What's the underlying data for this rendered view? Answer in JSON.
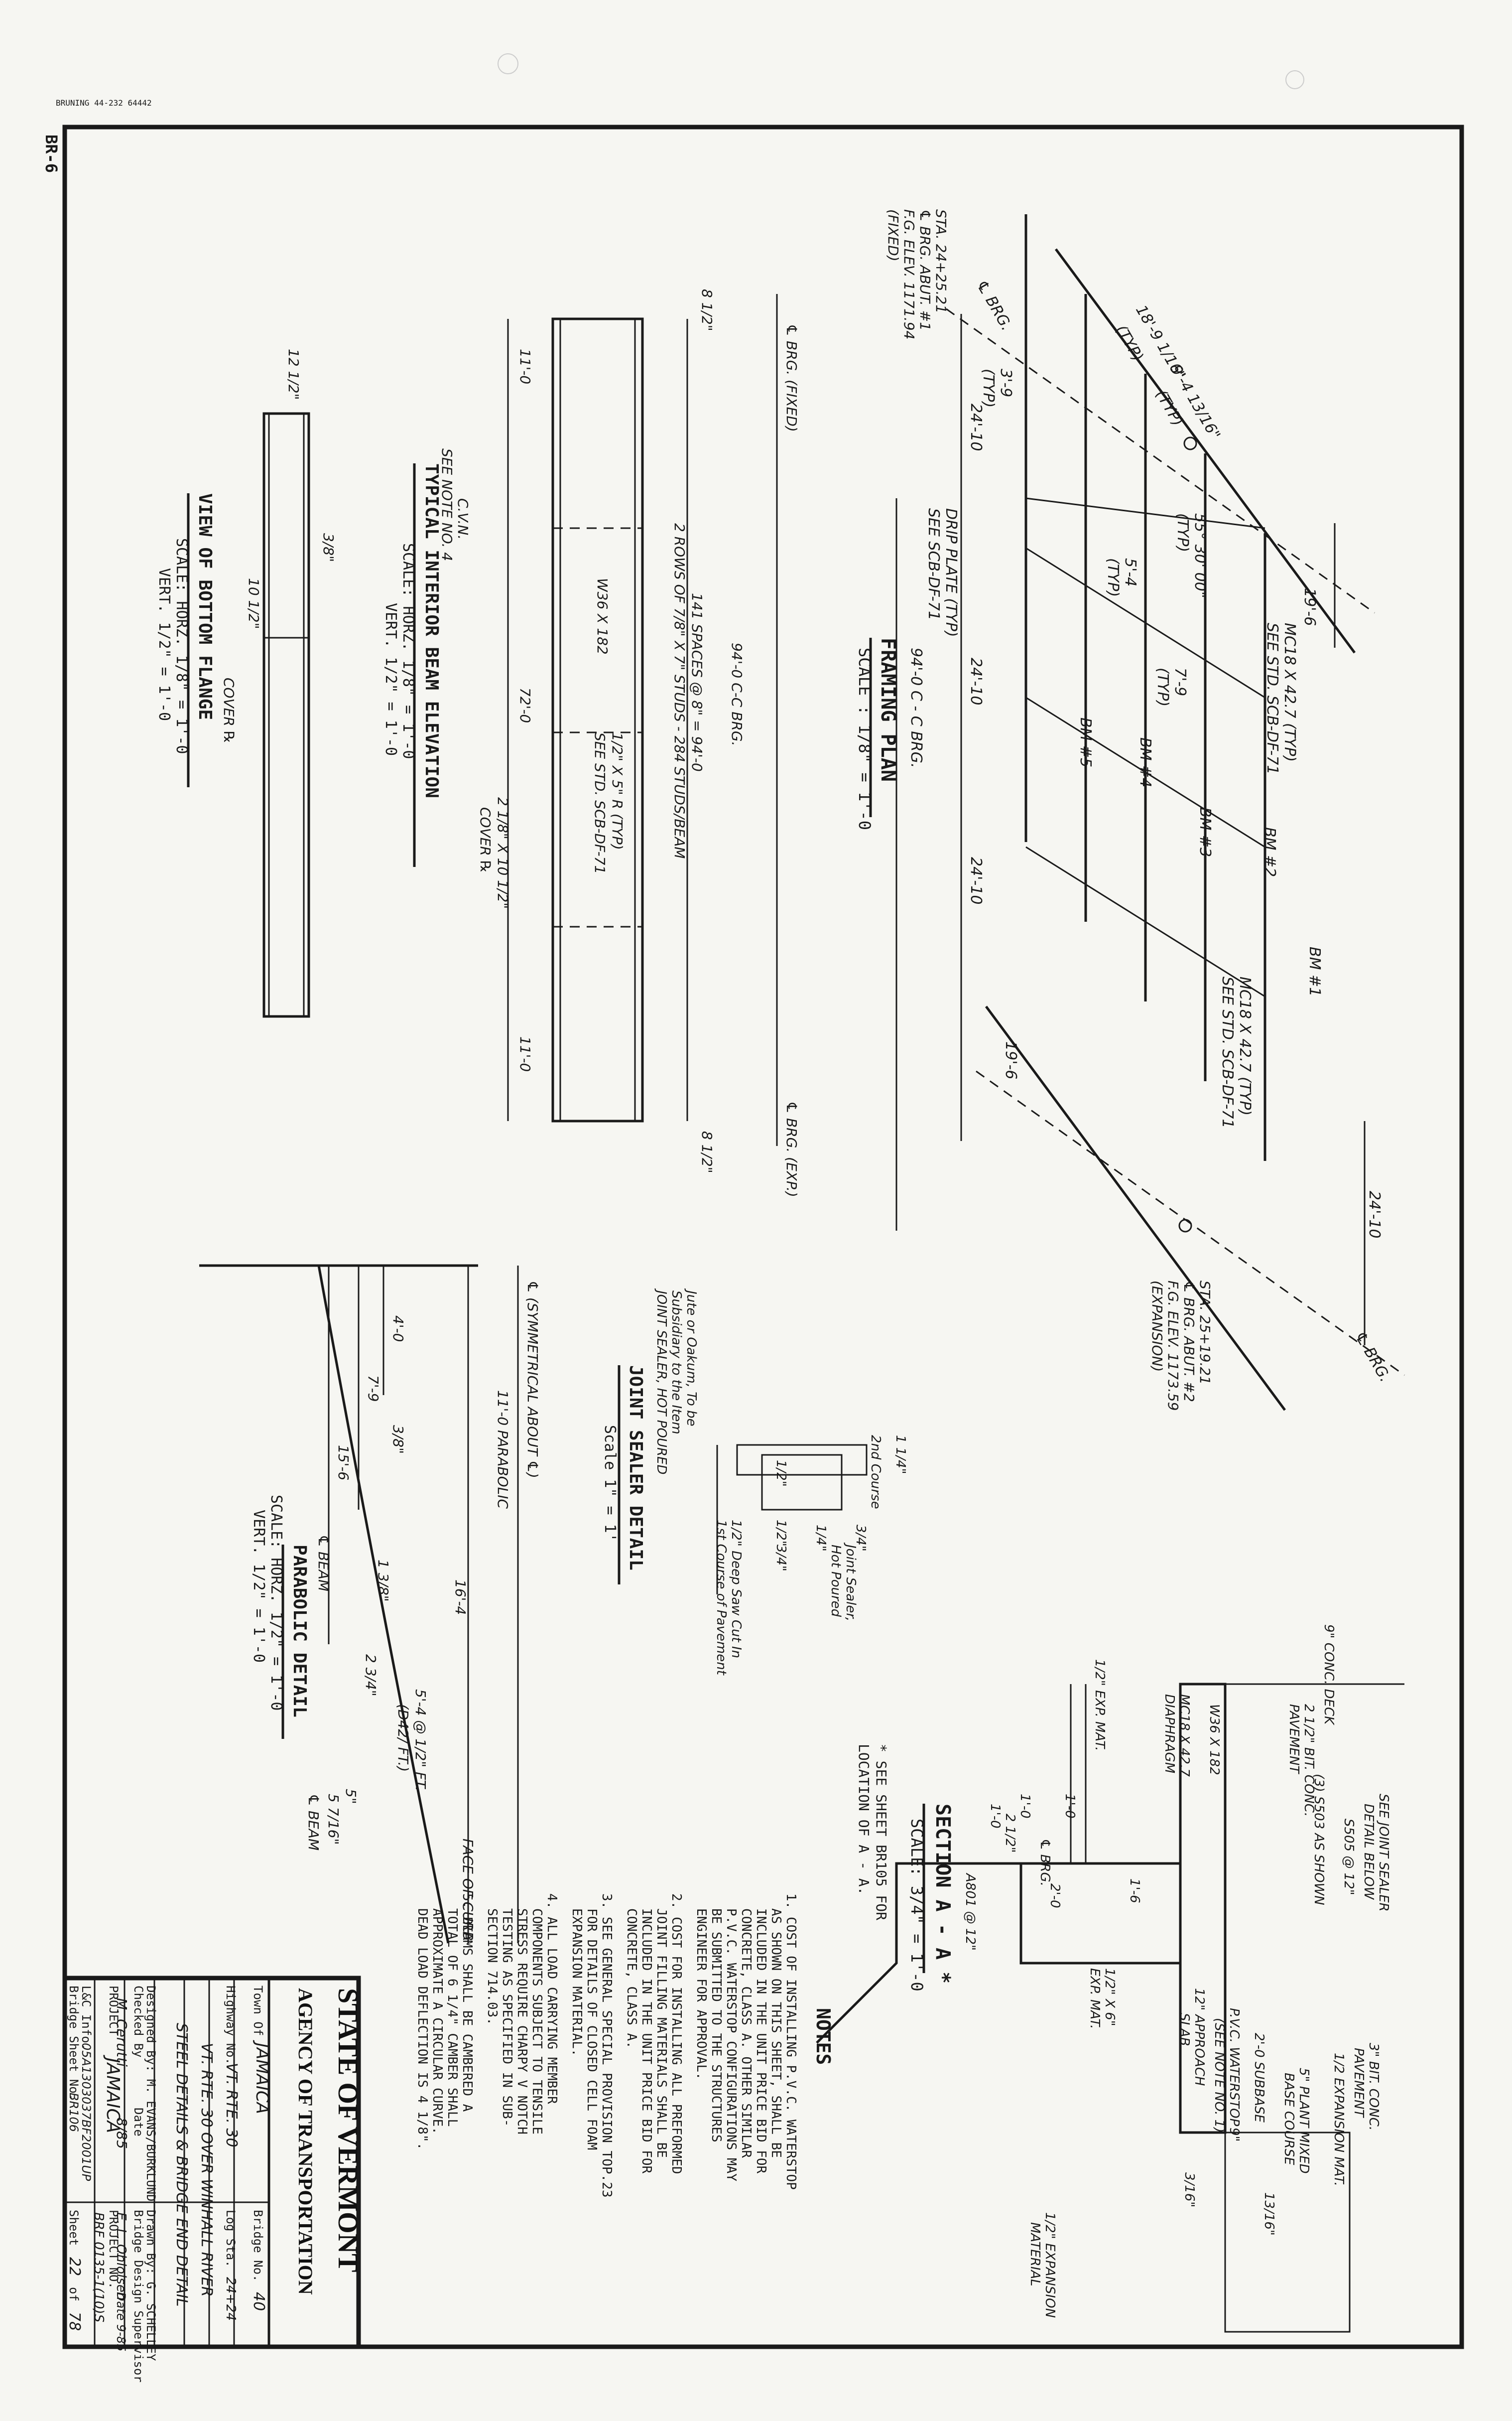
{
  "header": {
    "stamp": "BRUNING 44-232 64442",
    "sheet_ref": "BR-6"
  },
  "framing_plan": {
    "title": "FRAMING PLAN",
    "scale": "SCALE : 1/8\" = 1'-0",
    "beams": [
      "BM #1",
      "BM #2",
      "BM #3",
      "BM #4",
      "BM #5"
    ],
    "dim_19_6_top": "19'-6",
    "dim_19_6_bottom": "19'-6",
    "dim_24_10_a": "24'-10",
    "dim_24_10_b": "24'-10",
    "dim_24_10_c": "24'-10",
    "dim_24_10_d": "24'-10",
    "dim_94_cc": "94'-0 C - C BRG.",
    "dim_18_9": "18'-9 1/16\"",
    "dim_18_9_typ": "(TYP)",
    "dim_9_4": "9'-4 13/16\"",
    "dim_9_4_typ": "(TYP)",
    "dim_3_9": "3'-9",
    "dim_3_9_typ": "(TYP)",
    "dim_5_4": "5'-4",
    "dim_5_4_typ": "(TYP)",
    "dim_7_9": "7'-9",
    "dim_7_9_typ": "(TYP)",
    "angle": "55° 30' 00\"",
    "angle_typ": "(TYP)",
    "mc18_upper": "MC18 X 42.7 (TYP)",
    "mc18_upper_ref": "SEE STD. SCB-DF-71",
    "mc18_lower": "MC18 X 42.7 (TYP)",
    "mc18_lower_ref": "SEE STD. SCB-DF-71",
    "drip_plate": "DRIP PLATE (TYP)",
    "drip_plate_ref": "SEE SCB-DF-71",
    "brg_left": "℄ BRG.",
    "brg_right": "℄ BRG.",
    "sta_fixed": [
      "STA. 24+25.21",
      "℄ BRG. ABUT. #1",
      "F.G. ELEV. 1171.94",
      "(FIXED)"
    ],
    "sta_exp": [
      "STA. 25+19.21",
      "℄ BRG. ABUT. #2",
      "F.G. ELEV. 1173.59",
      "(EXPANSION)"
    ]
  },
  "beam_elevation": {
    "title": "TYPICAL INTERIOR BEAM ELEVATION",
    "scale_h": "SCALE: HORZ. 1/8\" = 1'-0",
    "scale_v": "VERT. 1/2\" = 1'-0",
    "brg_fixed": "℄ BRG. (FIXED)",
    "brg_exp": "℄ BRG. (EXP.)",
    "dim_8_half_left": "8 1/2\"",
    "dim_8_half_right": "8 1/2\"",
    "dim_94_cc": "94'-0 C-C BRG.",
    "studs_1": "141 SPACES @ 8\" = 94'-0",
    "studs_2": "2 ROWS OF 7/8\" X 7\" STUDS - 284 STUDS/BEAM",
    "dim_11_left": "11'-0",
    "dim_72": "72'-0",
    "dim_11_right": "11'-0",
    "section": "W36 X 182",
    "stiffener": "1/2\" X 5\" R (TYP)",
    "stiffener_ref": "SEE STD. SCB-DF-71",
    "cover": "2 1/8\" X 10 1/2\"",
    "cover_lbl": "COVER ℞",
    "cvn": "C.V.N.",
    "cvn_note": "SEE NOTE NO. 4"
  },
  "bottom_flange": {
    "title": "VIEW OF BOTTOM FLANGE",
    "scale_h": "SCALE: HORZ. 1/8\" = 1'-0",
    "scale_v": "VERT. 1/2\" = 1'-0",
    "dim_12_half": "12 1/2\"",
    "dim_10_half": "10 1/2\"",
    "dim_3_8": "3/8\"",
    "cover_lbl": "COVER ℞"
  },
  "parabolic": {
    "title": "PARABOLIC DETAIL",
    "scale_h": "SCALE: HORZ. 1/2\" = 1'-0",
    "scale_v": "VERT. 1/2\" = 1'-0",
    "sym": "℄ (SYMMETRICAL ABOUT ℄)",
    "dim_11_parabolic": "11'-0 PARABOLIC",
    "dim_16_4": "16'-4",
    "dim_4_0": "4'-0",
    "dim_7_9": "7'-9",
    "dim_15_6": "15'-6",
    "spaces": "5'-4 @ 1/2\" FT.",
    "spaces_2": "(D42/ FT.)",
    "face_curb": "FACE OF CURB",
    "beam_1": "℄ BEAM",
    "beam_2": "℄ BEAM",
    "ord_1": "3/8\"",
    "ord_2": "1 3/8\"",
    "ord_3": "2 3/4\"",
    "ord_4": "5\"",
    "ord_5": "5 7/16\""
  },
  "joint_sealer": {
    "title": "JOINT SEALER DETAIL",
    "scale": "Scale 1\" = 1'",
    "dim_1_quarter": "1 1/4\"",
    "second_course": "2nd Course",
    "dim_3_4_a": "3/4\"",
    "dim_1_4": "1/4\"",
    "dim_1_2_a": "1/2\"",
    "dim_1_2_b": "1/2\"",
    "dim_3_4_b": "3/4\"",
    "jute": [
      "Jute or Oakum, To be",
      "Subsidiary to the Item",
      "JOINT SEALER, HOT POURED"
    ],
    "sealer": [
      "Joint Sealer,",
      "Hot Poured"
    ],
    "saw_cut": [
      "1/2\" Deep Saw Cut In",
      "1st Course of Pavement"
    ]
  },
  "section_aa": {
    "title": "SECTION A - A *",
    "scale": "SCALE: 3/4\" = 1'-0",
    "note": [
      "* SEE SHEET BR105 FOR",
      "LOCATION OF A - A."
    ],
    "see_joint": [
      "SEE JOINT SEALER",
      "DETAIL BELOW"
    ],
    "s505": "S505 @ 12\"",
    "s503": "(3) S503 AS SHOWN",
    "bit_3": [
      "3\" BIT. CONC.",
      "PAVEMENT"
    ],
    "exp_mat": "1/2 EXPANSION MAT.",
    "plant_mix": [
      "5\" PLANT MIXED",
      "BASE COURSE"
    ],
    "subbase": "2'-0 SUBBASE",
    "pvc": [
      "P.V.C. WATERSTOP",
      "(SEE NOTE NO. 1)"
    ],
    "approach": [
      "12\" APPROACH",
      "SLAB"
    ],
    "exp_material": [
      "1/2\" EXPANSION",
      "MATERIAL"
    ],
    "dim_9": "9\"",
    "dim_13_16": "13/16\"",
    "dim_3_16": "3/16\"",
    "exp_6": [
      "1/2\" X 6\"",
      "EXP. MAT."
    ],
    "a801": "A801 @ 12\"",
    "dim_1_6": "1'-6",
    "dim_2_0": "2'-0",
    "dim_1_0_a": "1'-0",
    "dim_1_0_b": "1'-0",
    "dim_1_0_c": "1'-0",
    "dim_2_1_2": "2 1/2\"",
    "c_brg": "℄ BRG.",
    "concdeck": "9\" CONC. DECK",
    "bit_2": [
      "2 1/2\" BIT. CONC.",
      "PAVEMENT"
    ],
    "w36": "W36 X 182",
    "mc18": [
      "MC18 X 42.7",
      "DIAPHRAGM"
    ],
    "exp_mat_left": "1/2\" EXP. MAT."
  },
  "notes": {
    "title": "NOTES",
    "items": [
      [
        "1. COST OF INSTALLING P.V.C. WATERSTOP",
        "AS SHOWN ON THIS SHEET, SHALL BE",
        "INCLUDED IN THE UNIT PRICE BID FOR",
        "CONCRETE, CLASS A. OTHER SIMILAR",
        "P.V.C. WATERSTOP CONFIGURATIONS MAY",
        "BE SUBMITTED TO THE STRUCTURES",
        "ENGINEER FOR APPROVAL."
      ],
      [
        "2. COST FOR INSTALLING ALL PREFORMED",
        "JOINT FILLING MATERIALS SHALL BE",
        "INCLUDED IN THE UNIT PRICE BID FOR",
        "CONCRETE, CLASS A."
      ],
      [
        "3. SEE GENERAL SPECIAL PROVISION TOP.23",
        "FOR DETAILS OF CLOSED CELL FOAM",
        "EXPANSION MATERIAL."
      ],
      [
        "4. ALL LOAD CARRYING MEMBER",
        "COMPONENTS SUBJECT TO TENSILE",
        "STRESS REQUIRE CHARPY V NOTCH",
        "TESTING AS SPECIFIED IN SUB-",
        "SECTION 714.03."
      ],
      [
        "5. BEAMS SHALL BE CAMBERED A",
        "TOTAL OF 6 1/4\" CAMBER SHALL",
        "APPROXIMATE A CIRCULAR CURVE.",
        "DEAD LOAD DEFLECTION IS 4 1/8\"."
      ]
    ]
  },
  "title_block": {
    "state": "STATE OF VERMONT",
    "agency": "AGENCY OF TRANSPORTATION",
    "town_lbl": "Town Of",
    "town": "JAMAICA",
    "bridge_no_lbl": "Bridge No.",
    "bridge_no": "40",
    "highway_lbl": "Highway No.",
    "highway": "VT. RTE. 30",
    "log_sta_lbl": "Log Sta.",
    "log_sta": "24+24",
    "route": "VT. RTE. 30 OVER WINHALL RIVER",
    "sheet_title": "STEEL DETAILS & BRIDGE END DETAIL",
    "designed_by": "Designed By: M. EVANS/BURKLUND",
    "drawn_by": "Drawn By: G. SCHELLEY",
    "checked_by": "Checked By",
    "checked_name": "M. Cerutti",
    "date_lbl": "Date",
    "date": "8/85",
    "supervisor_lbl": "Bridge Design Supervisor",
    "supervisor": "E. L. Ohlolsen",
    "sup_date": "Date 9-85",
    "project_lbl": "PROJECT",
    "project": "JAMAICA",
    "project_no_lbl": "PROJECT NO.",
    "project_no": "BRF 0135-1(10)S",
    "lgc_lbl": "L&C Info.",
    "lgc": "05A1303037BF2001UP",
    "bridge_sheet_lbl": "Bridge Sheet No.",
    "bridge_sheet": "BR106",
    "sheet_lbl": "Sheet",
    "sheet": "22",
    "of": "of",
    "total": "78"
  }
}
